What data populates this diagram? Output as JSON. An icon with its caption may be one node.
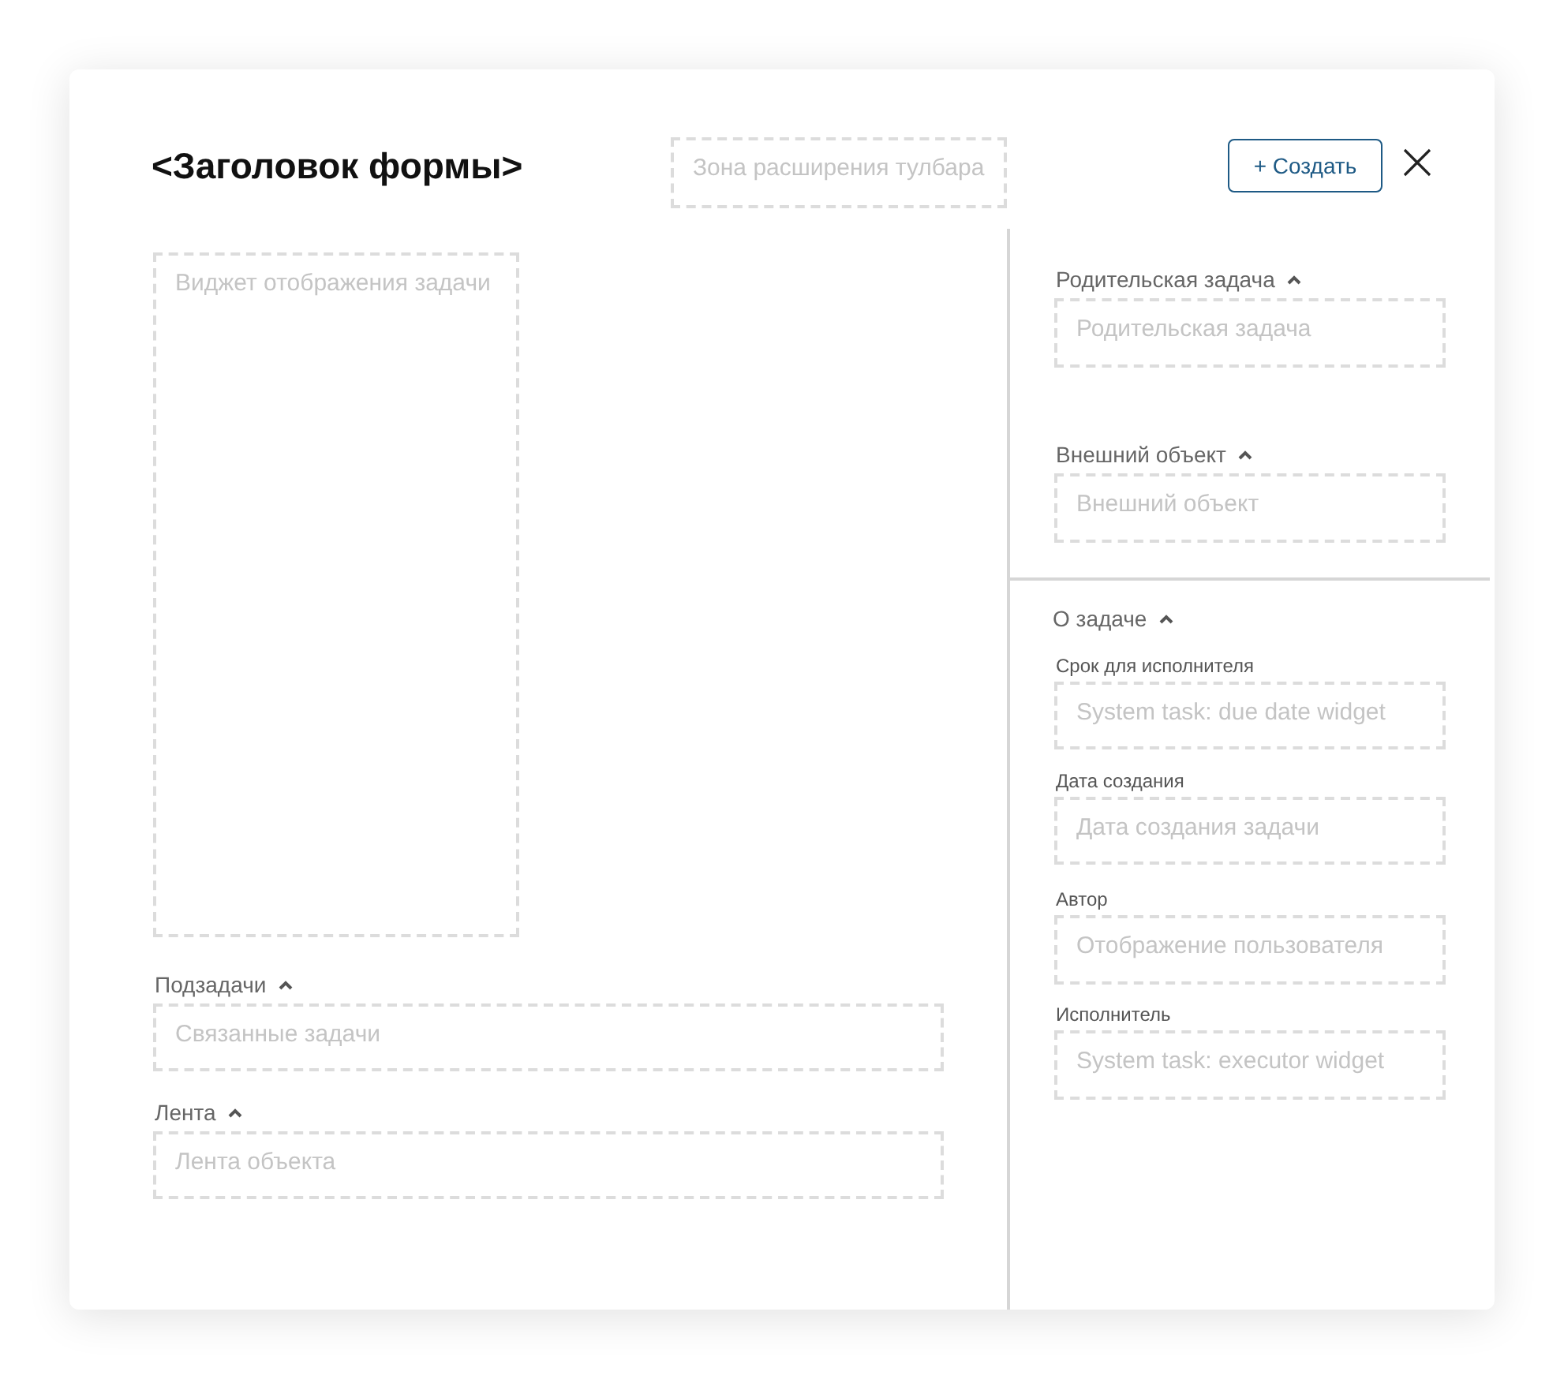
{
  "diagram": {
    "title": "<Заголовок формы>",
    "nodes": [
      {
        "text": [
          "Зона расширения тулбара"
        ]
      },
      {
        "text": [
          "Виджет отображения задачи"
        ]
      },
      {
        "text": [
          "Подзадачи",
          "Связанные задачи"
        ]
      },
      {
        "text": [
          "Лента",
          "Лента объекта"
        ]
      },
      {
        "text": [
          "Родительская задача",
          "Родительская задача"
        ]
      },
      {
        "text": [
          "Внешний объект",
          "Внешний объект"
        ]
      },
      {
        "text": [
          "Срок для исполнителя",
          "System task: due date widget"
        ]
      },
      {
        "text": [
          "Дата создания",
          "Дата создания задачи"
        ]
      },
      {
        "text": [
          "Автор",
          "Отображение пользователя"
        ]
      },
      {
        "text": [
          "Исполнитель",
          "System task: executor widget"
        ]
      }
    ],
    "labels": [
      "+ Создать",
      "О задаче"
    ]
  }
}
